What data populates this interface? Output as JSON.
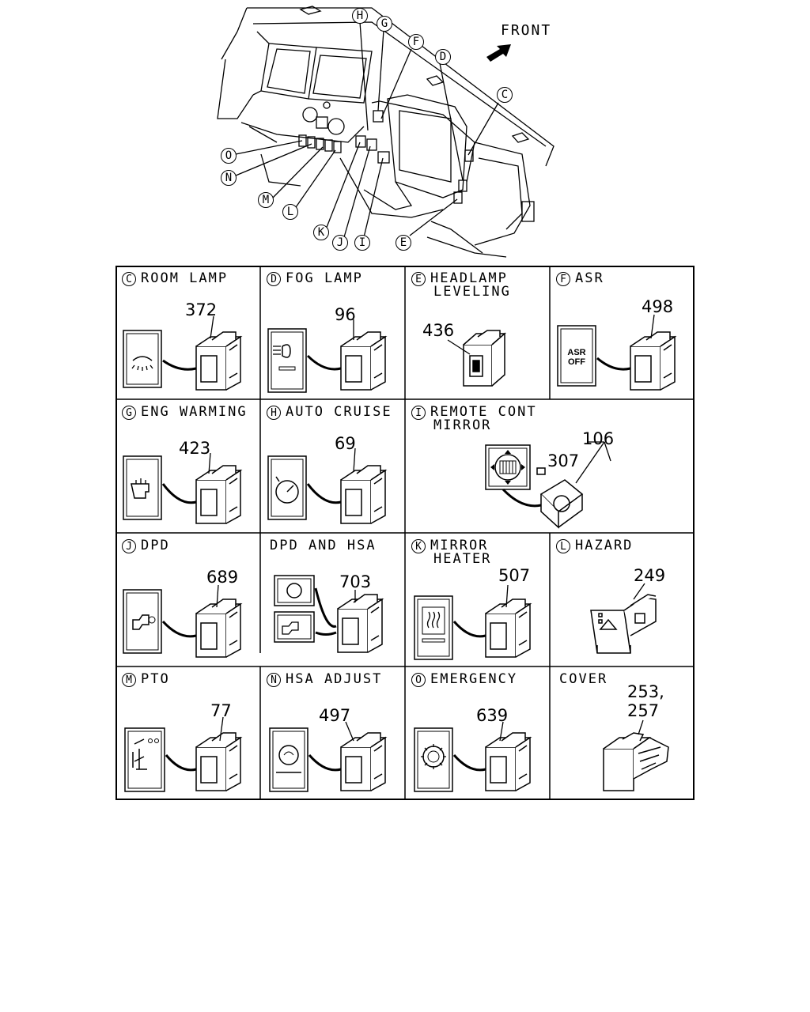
{
  "overview": {
    "front_label": "FRONT",
    "callouts": [
      "H",
      "G",
      "F",
      "D",
      "C",
      "E",
      "O",
      "N",
      "M",
      "L",
      "K",
      "J",
      "I"
    ]
  },
  "cells": [
    {
      "code": "C",
      "title": "ROOM LAMP",
      "part": "372"
    },
    {
      "code": "D",
      "title": "FOG LAMP",
      "part": "96"
    },
    {
      "code": "E",
      "title": "HEADLAMP",
      "title2": "LEVELING",
      "part": "436"
    },
    {
      "code": "F",
      "title": "ASR",
      "part": "498",
      "switch_text_1": "ASR",
      "switch_text_2": "OFF"
    },
    {
      "code": "G",
      "title": "ENG WARMING",
      "part": "423"
    },
    {
      "code": "H",
      "title": "AUTO CRUISE",
      "part": "69"
    },
    {
      "code": "I",
      "title": "REMOTE CONT",
      "title2": "MIRROR",
      "part": "106",
      "part2": "307"
    },
    {
      "code": "J",
      "title": "DPD",
      "part": "689"
    },
    {
      "code": "",
      "title": "DPD AND HSA",
      "part": "703"
    },
    {
      "code": "K",
      "title": "MIRROR",
      "title2": "HEATER",
      "part": "507"
    },
    {
      "code": "L",
      "title": "HAZARD",
      "part": "249"
    },
    {
      "code": "M",
      "title": "PTO",
      "part": "77"
    },
    {
      "code": "N",
      "title": "HSA ADJUST",
      "part": "497"
    },
    {
      "code": "O",
      "title": "EMERGENCY",
      "part": "639"
    },
    {
      "code": "",
      "title": "COVER",
      "part": "253,",
      "part2": "257"
    }
  ]
}
